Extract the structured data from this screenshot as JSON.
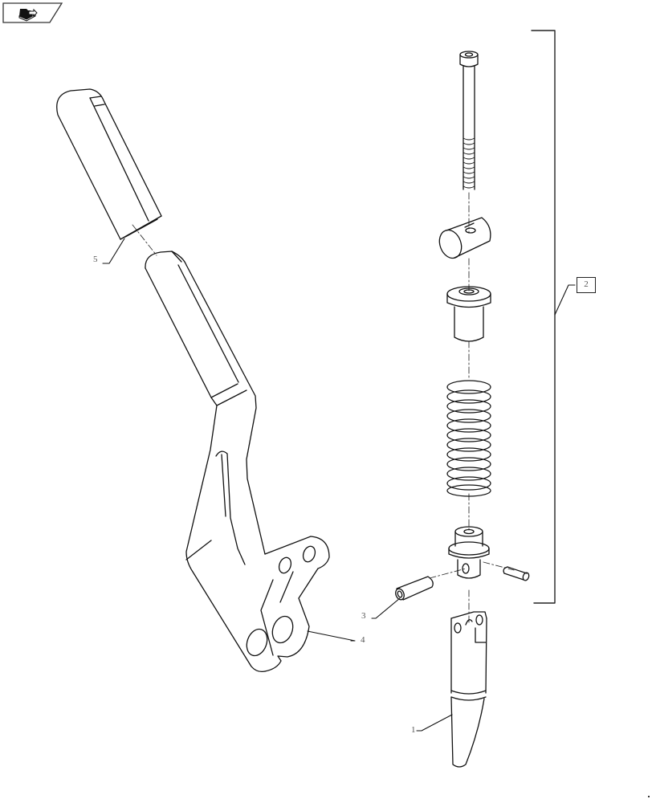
{
  "diagram": {
    "type": "exploded-parts-view",
    "nav_badge": {
      "icon": "book-arrow-icon",
      "label": ""
    },
    "callouts": [
      {
        "id": "1",
        "text": "1",
        "part": "clevis-rod",
        "boxed": false
      },
      {
        "id": "2",
        "text": "2",
        "part": "assembly-bracket",
        "boxed": true
      },
      {
        "id": "3",
        "text": "3",
        "part": "pin",
        "boxed": false
      },
      {
        "id": "4",
        "text": "4",
        "part": "lever-plate",
        "boxed": false
      },
      {
        "id": "5",
        "text": "5",
        "part": "handle-grip",
        "boxed": false
      }
    ],
    "parts": [
      "socket-head-screw",
      "cross-drilled-cylinder",
      "flanged-bushing",
      "compression-spring",
      "flanged-pivot-block",
      "pin-left",
      "pin-right",
      "clevis-rod",
      "lever-arm",
      "handle-grip"
    ],
    "colors": {
      "line": "#111111",
      "background": "#ffffff",
      "label": "#555555"
    }
  }
}
